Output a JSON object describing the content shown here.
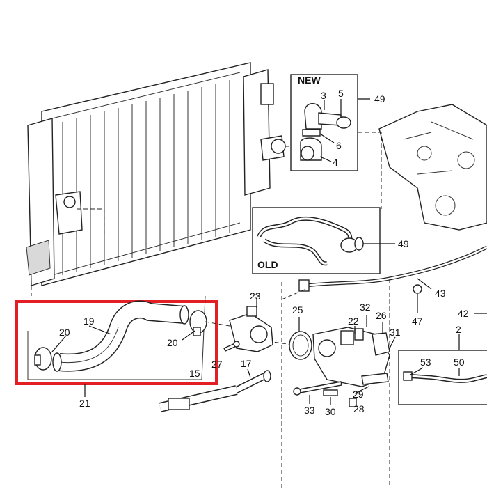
{
  "diagram": {
    "accent_color": "#e31e24",
    "labels": {
      "new_box": "NEW",
      "old_box": "OLD",
      "p2": "2",
      "p3": "3",
      "p4": "4",
      "p5": "5",
      "p6": "6",
      "p15": "15",
      "p17": "17",
      "p19": "19",
      "p20a": "20",
      "p20b": "20",
      "p21": "21",
      "p22": "22",
      "p23": "23",
      "p25": "25",
      "p26": "26",
      "p27": "27",
      "p28": "28",
      "p29": "29",
      "p30": "30",
      "p31": "31",
      "p32": "32",
      "p33": "33",
      "p42": "42",
      "p43": "43",
      "p47": "47",
      "p49a": "49",
      "p49b": "49",
      "p50": "50",
      "p53": "53"
    }
  }
}
